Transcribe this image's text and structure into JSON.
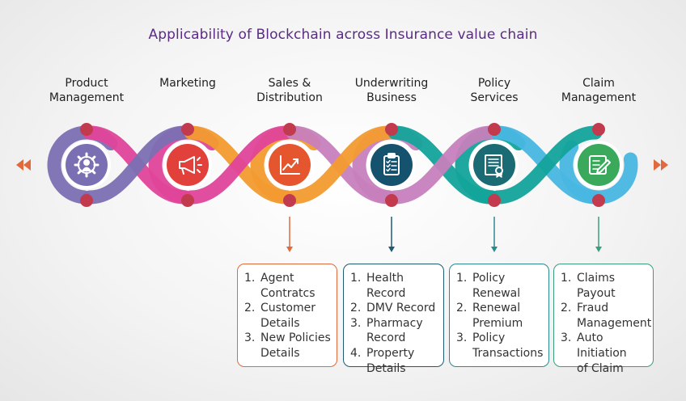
{
  "title": "Applicability of Blockchain across Insurance value chain",
  "stages": [
    {
      "label_lines": [
        "Product",
        "Management"
      ],
      "color": "#7b6fb3",
      "icon": "gear-person-icon"
    },
    {
      "label_lines": [
        "Marketing"
      ],
      "color": "#e2403a",
      "icon": "megaphone-icon"
    },
    {
      "label_lines": [
        "Sales &",
        "Distribution"
      ],
      "color": "#e5562e",
      "icon": "growth-chart-icon"
    },
    {
      "label_lines": [
        "Underwriting",
        "Business"
      ],
      "color": "#15526e",
      "icon": "clipboard-checklist-icon"
    },
    {
      "label_lines": [
        "Policy",
        "Services"
      ],
      "color": "#1a6b73",
      "icon": "certificate-icon"
    },
    {
      "label_lines": [
        "Claim",
        "Management"
      ],
      "color": "#3aa95b",
      "icon": "document-edit-icon"
    }
  ],
  "details": [
    {
      "stage_index": 2,
      "color": "#e0693e",
      "items": [
        {
          "num": "1.",
          "lines": [
            "Agent",
            "Contratcs"
          ]
        },
        {
          "num": "2.",
          "lines": [
            "Customer",
            "Details"
          ]
        },
        {
          "num": "3.",
          "lines": [
            "New Policies",
            "Details"
          ]
        }
      ]
    },
    {
      "stage_index": 3,
      "color": "#1f5a73",
      "items": [
        {
          "num": "1.",
          "lines": [
            "Health Record"
          ]
        },
        {
          "num": "2.",
          "lines": [
            "DMV Record"
          ]
        },
        {
          "num": "3.",
          "lines": [
            "Pharmacy",
            "Record"
          ]
        },
        {
          "num": "4.",
          "lines": [
            "Property",
            "Details"
          ]
        }
      ]
    },
    {
      "stage_index": 4,
      "color": "#2a8a90",
      "items": [
        {
          "num": "1.",
          "lines": [
            "Policy",
            "Renewal"
          ]
        },
        {
          "num": "2.",
          "lines": [
            "Renewal",
            "Premium"
          ]
        },
        {
          "num": "3.",
          "lines": [
            "Policy",
            "Transactions"
          ]
        }
      ]
    },
    {
      "stage_index": 5,
      "color": "#3a9e7c",
      "items": [
        {
          "num": "1.",
          "lines": [
            "Claims",
            "Payout"
          ]
        },
        {
          "num": "2.",
          "lines": [
            "Fraud",
            "Management"
          ]
        },
        {
          "num": "3.",
          "lines": [
            "Auto Initiation",
            "of Claim"
          ]
        }
      ]
    }
  ],
  "colors": {
    "ribbon": [
      "#7b6fb3",
      "#e0449a",
      "#f29b2f",
      "#c77fbd",
      "#13a39a",
      "#48b6e0"
    ],
    "dot": "#c23a4d",
    "arrows": "#e0693e",
    "connector": [
      "#e0693e",
      "#1f5a73",
      "#2a8a90",
      "#3a9e7c"
    ]
  }
}
